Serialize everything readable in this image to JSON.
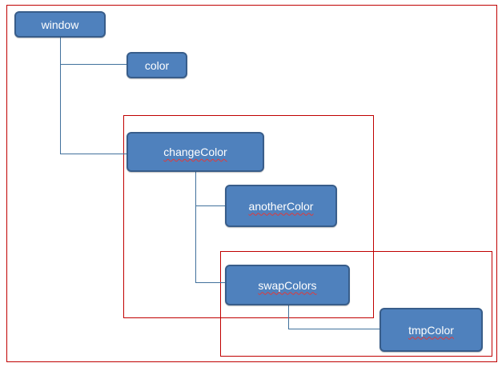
{
  "diagram": {
    "nodes": {
      "window": {
        "label": "window"
      },
      "color": {
        "label": "color"
      },
      "changeColor": {
        "label": "changeColor"
      },
      "anotherColor": {
        "label": "anotherColor"
      },
      "swapColors": {
        "label": "swapColors"
      },
      "tmpColor": {
        "label": "tmpColor"
      }
    },
    "colors": {
      "node_fill": "#4f81bd",
      "node_border": "#385d8a",
      "node_text": "#ffffff",
      "connector": "#41719c",
      "scope_frame": "#c00000",
      "spellcheck_underline": "#e03a3a"
    }
  }
}
